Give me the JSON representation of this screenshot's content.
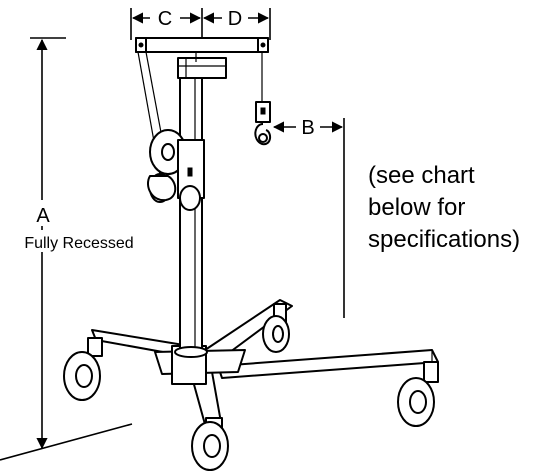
{
  "dimensions": {
    "a_letter": "A",
    "a_caption": "Fully Recessed",
    "b_letter": "B",
    "c_letter": "C",
    "d_letter": "D"
  },
  "note": {
    "line1": "(see chart",
    "line2": "below for",
    "line3": "specifications)"
  },
  "colors": {
    "ink": "#000000",
    "paper": "#ffffff"
  }
}
